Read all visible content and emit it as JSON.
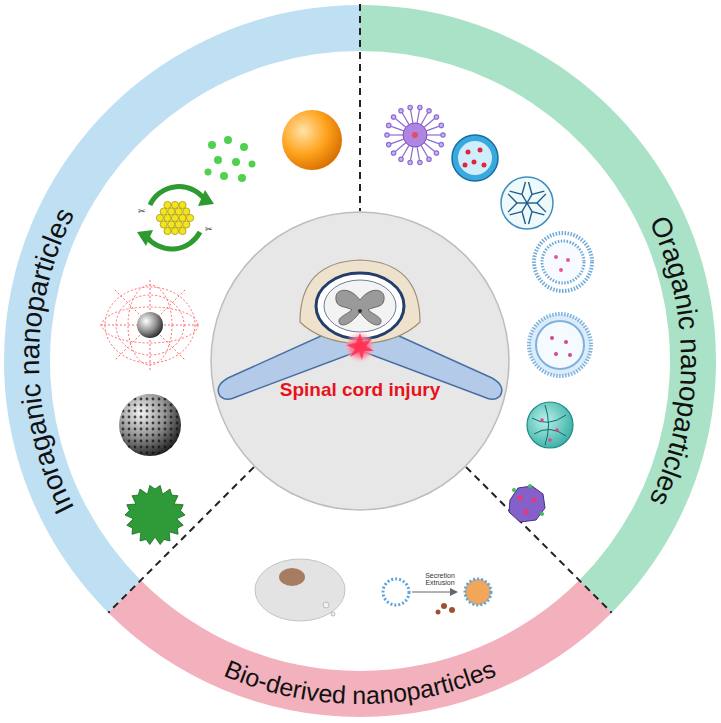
{
  "diagram": {
    "nodes": [
      {
        "text": [
          "Inoraganic nanoparticles"
        ]
      },
      {
        "text": [
          "Oraganic nanoparticles"
        ]
      },
      {
        "text": [
          "Bio-derived nanoparticles"
        ]
      },
      {
        "text": [
          "Spinal cord injury"
        ]
      }
    ],
    "labels": [
      "Secretion Extrusion"
    ]
  }
}
